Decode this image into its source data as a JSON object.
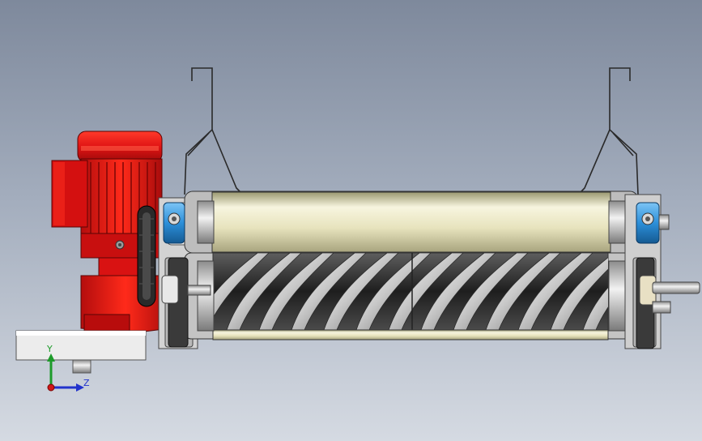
{
  "view": {
    "background_top": "#7e899c",
    "background_bottom": "#d5dae2"
  },
  "assembly": {
    "parts": [
      "motor",
      "gearbox",
      "belt-drive",
      "mounting-plate",
      "guard-frame",
      "top-roller",
      "spiral-roller",
      "left-bearing-housing",
      "right-bearing-housing",
      "shaft-end"
    ],
    "colors": {
      "motor": "#e01414",
      "roller": "#ede9c4",
      "bearing": "#2c8fd9",
      "frame": "#c8c8c8",
      "spiral": "#3b3b3b"
    }
  },
  "triad": {
    "y_label": "Y",
    "z_label": "Z",
    "y_color": "#1d9b2a",
    "z_color": "#2233cc",
    "x_color": "#d01818"
  }
}
